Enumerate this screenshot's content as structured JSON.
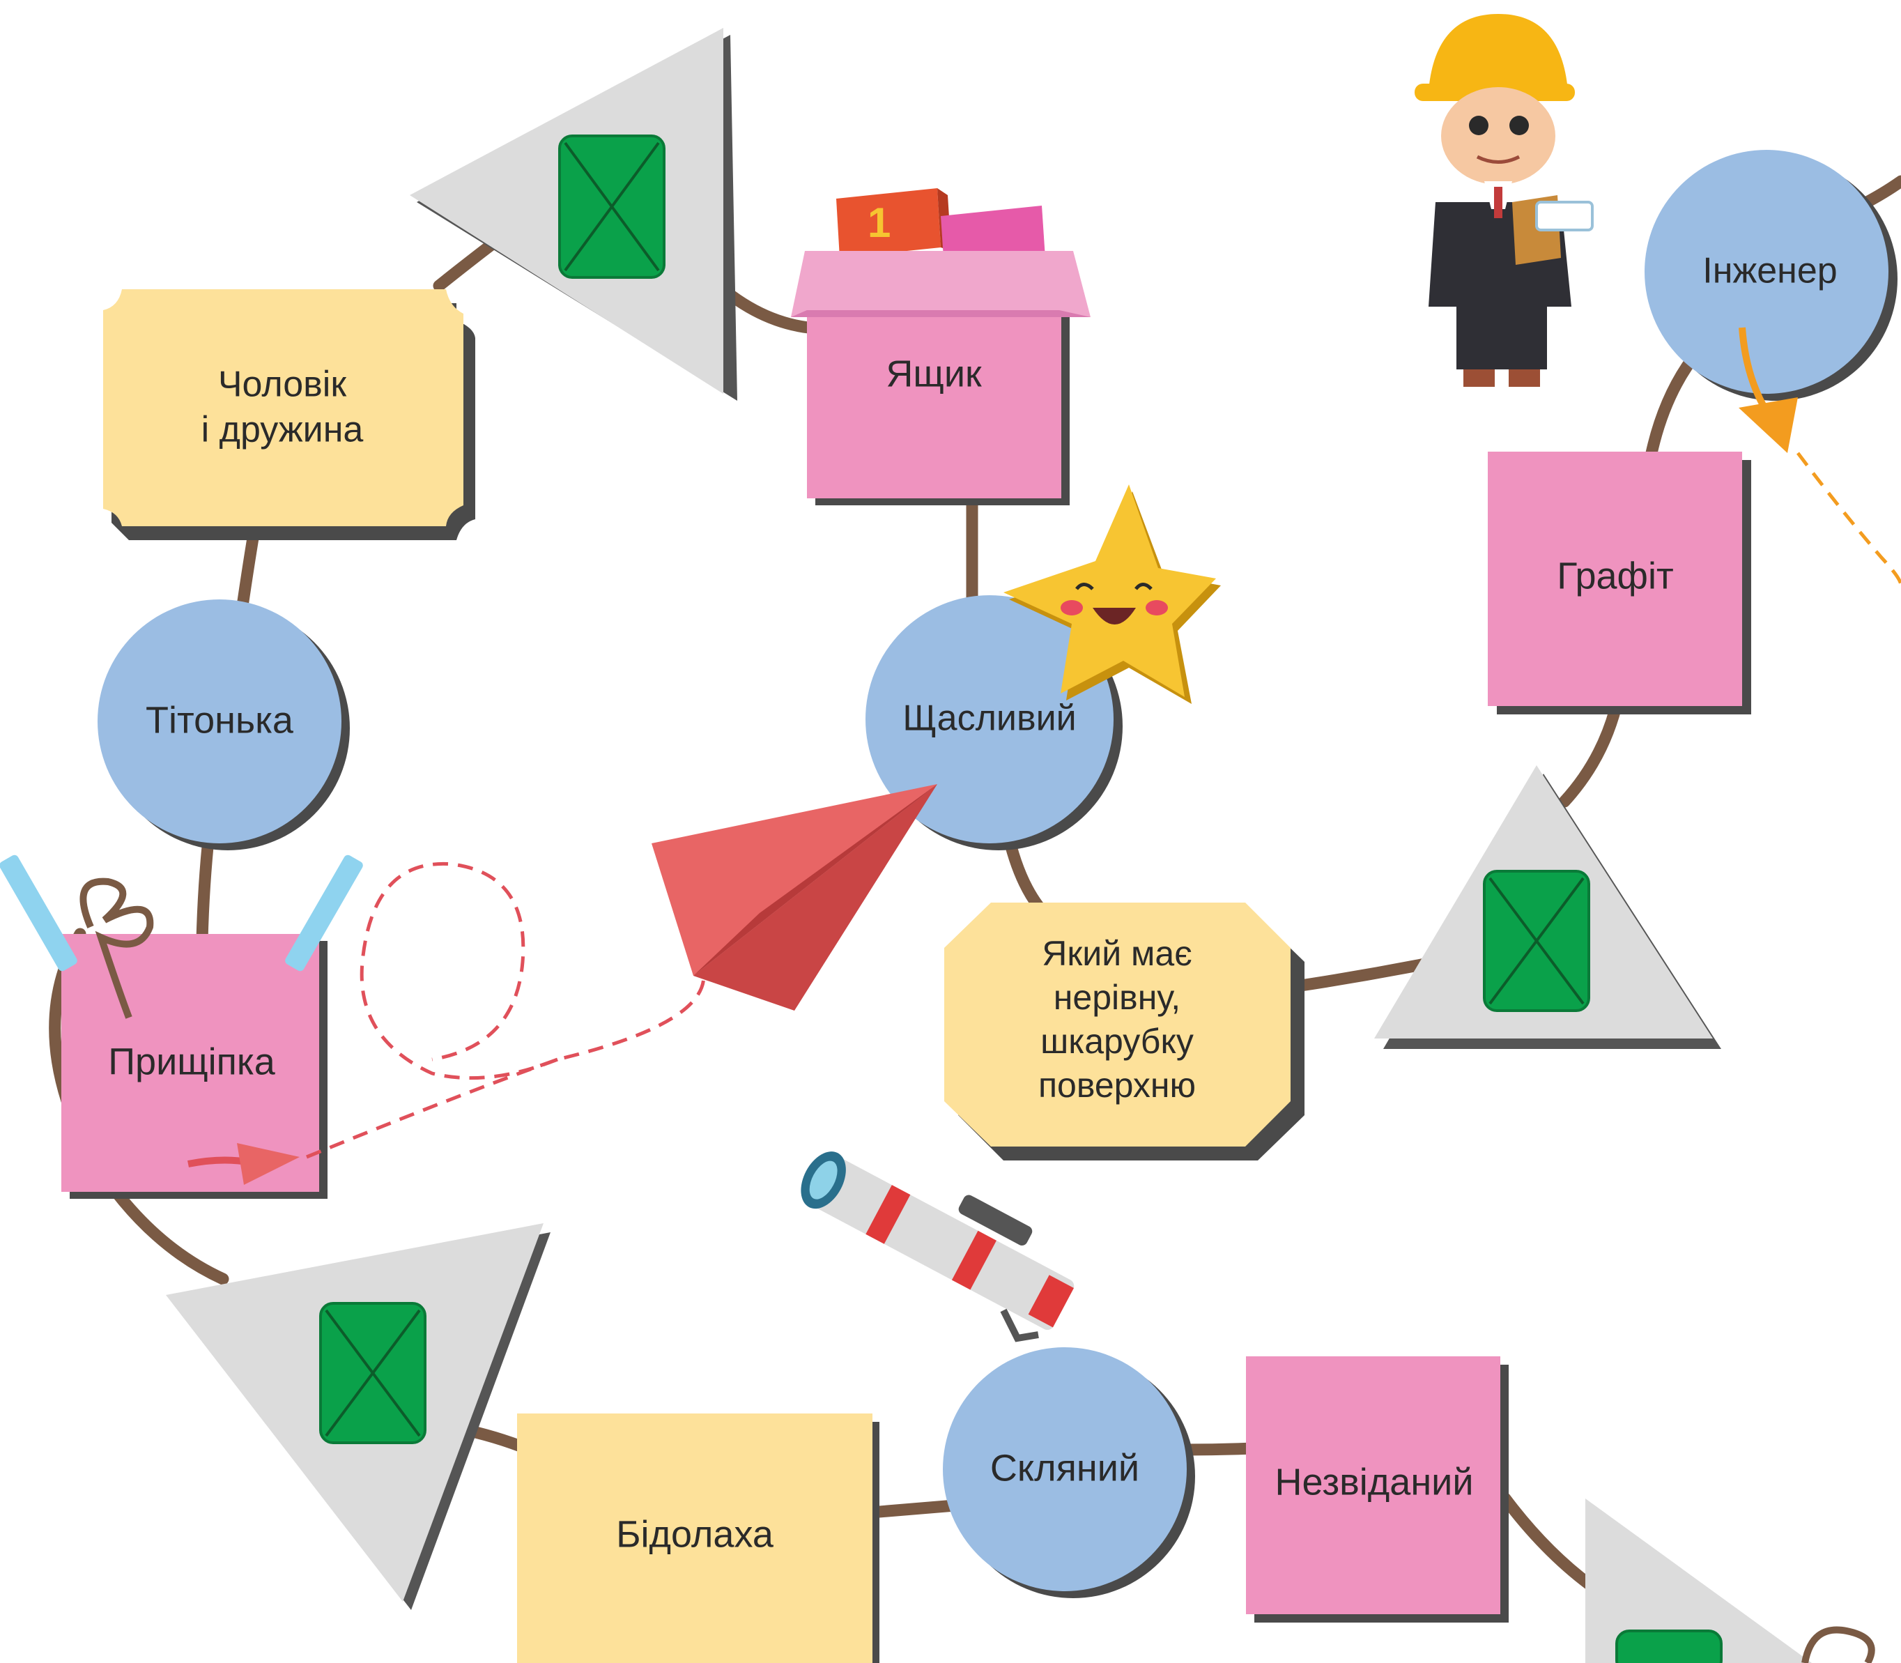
{
  "words": {
    "cholovik_line1": "Чоловік",
    "cholovik_line2": "і дружина",
    "yashchyk": "Ящик",
    "titonka": "Тітонька",
    "shchaslyvyi": "Щасливий",
    "pryshchipka": "Прищіпка",
    "yakyi_line1": "Який має",
    "yakyi_line2": "нерівну,",
    "yakyi_line3": "шкарубку",
    "yakyi_line4": "поверхню",
    "inzhener": "Інженер",
    "hrafit": "Графіт",
    "bidolakha": "Бідолаха",
    "sklianyi": "Скляний",
    "nezvidanyi": "Незвіданий"
  },
  "colors": {
    "circle": "#9bbde3",
    "pink_square": "#ef93bf",
    "yellow_card": "#fde19a",
    "triangle": "#dcdcdc",
    "green_card": "#0aa14a",
    "path": "#7a5a44"
  },
  "icons": {
    "engineer": "engineer-illustration",
    "star": "smiling-star",
    "box": "toy-box",
    "plane": "paper-plane",
    "telescope": "telescope",
    "clothespins": "clothespins-with-string"
  }
}
